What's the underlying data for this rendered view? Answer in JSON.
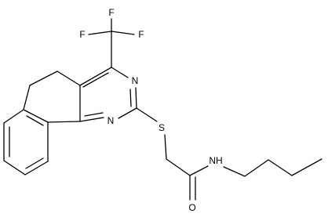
{
  "molecule": {
    "atoms": {
      "F_top": "F",
      "F_left": "F",
      "F_right": "F",
      "N3": "N",
      "N1": "N",
      "S": "S",
      "NH": "NH",
      "O": "O"
    }
  }
}
